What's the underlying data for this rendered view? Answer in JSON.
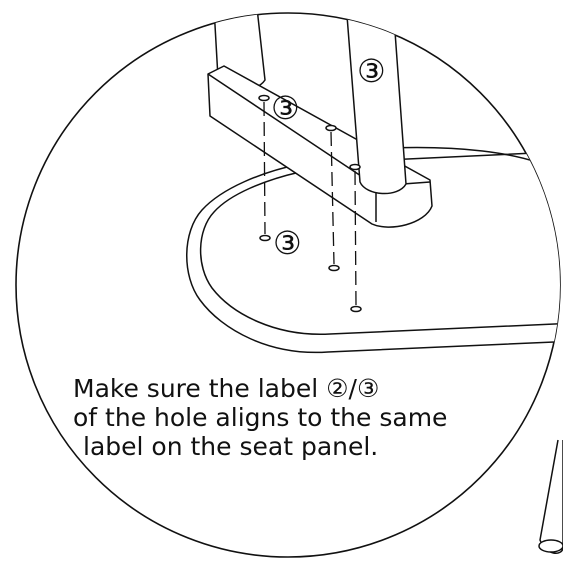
{
  "labels": {
    "post_right": "③",
    "bracket": "③",
    "seat": "③"
  },
  "instruction": {
    "line1": "Make sure the label ②/③",
    "line2": "of the hole aligns to the same",
    "line3": "label on the seat panel."
  },
  "colors": {
    "stroke": "#111111",
    "background": "#ffffff"
  }
}
